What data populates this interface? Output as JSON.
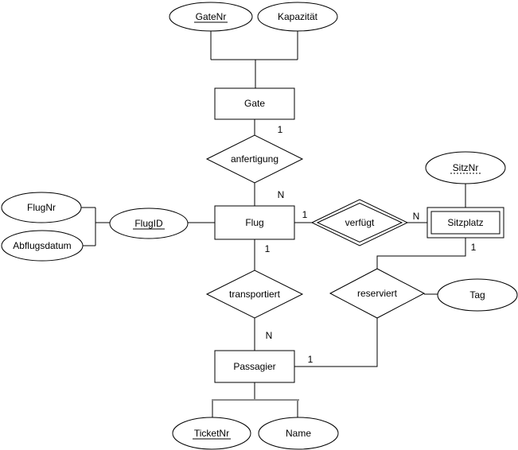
{
  "diagram": {
    "kind": "entity-relationship-diagram",
    "language": "de",
    "entities": {
      "gate": "Gate",
      "flug": "Flug",
      "sitzplatz": "Sitzplatz",
      "passagier": "Passagier"
    },
    "weak_entities": [
      "Sitzplatz"
    ],
    "relationships": {
      "anfertigung": "anfertigung",
      "verfuegt": "verfügt",
      "transportiert": "transportiert",
      "reserviert": "reserviert"
    },
    "identifying_relationships": [
      "verfügt"
    ],
    "attributes": {
      "gatenr": "GateNr",
      "kapazitaet": "Kapazität",
      "flugnr": "FlugNr",
      "abflugsdatum": "Abflugsdatum",
      "flugid": "FlugID",
      "sitznr": "SitzNr",
      "tag": "Tag",
      "ticketnr": "TicketNr",
      "name": "Name"
    },
    "key_attributes": [
      "GateNr",
      "FlugID",
      "TicketNr"
    ],
    "partial_key_attributes": [
      "SitzNr"
    ],
    "cardinalities": {
      "gate_anfertigung": "1",
      "anfertigung_flug": "N",
      "flug_verfuegt": "1",
      "verfuegt_sitzplatz": "N",
      "flug_transportiert": "1",
      "transportiert_passagier": "N",
      "passagier_reserviert": "1",
      "sitzplatz_reserviert": "1"
    },
    "colors": {
      "stroke": "#000000",
      "fill": "#ffffff",
      "text": "#000000",
      "highlight_line": "#8c8c8c"
    }
  }
}
